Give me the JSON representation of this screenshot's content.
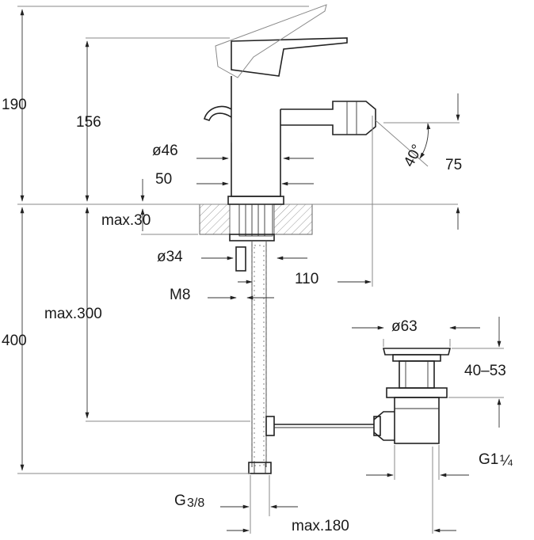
{
  "dimensions": {
    "d190": "190",
    "d156": "156",
    "d400": "400",
    "max300": "max.300",
    "dia46": "ø46",
    "d50": "50",
    "max30": "max.30",
    "dia34": "ø34",
    "m8": "M8",
    "d110": "110",
    "d75": "75",
    "angle40": "40°",
    "dia63": "ø63",
    "d40_53": "40–53",
    "g1_main": "G1",
    "g1_frac": "¼",
    "g3_main": "G",
    "g3_frac": "3/8",
    "max180": "max.180"
  },
  "colors": {
    "line": "#222222",
    "hatch": "#9a9a9a"
  }
}
